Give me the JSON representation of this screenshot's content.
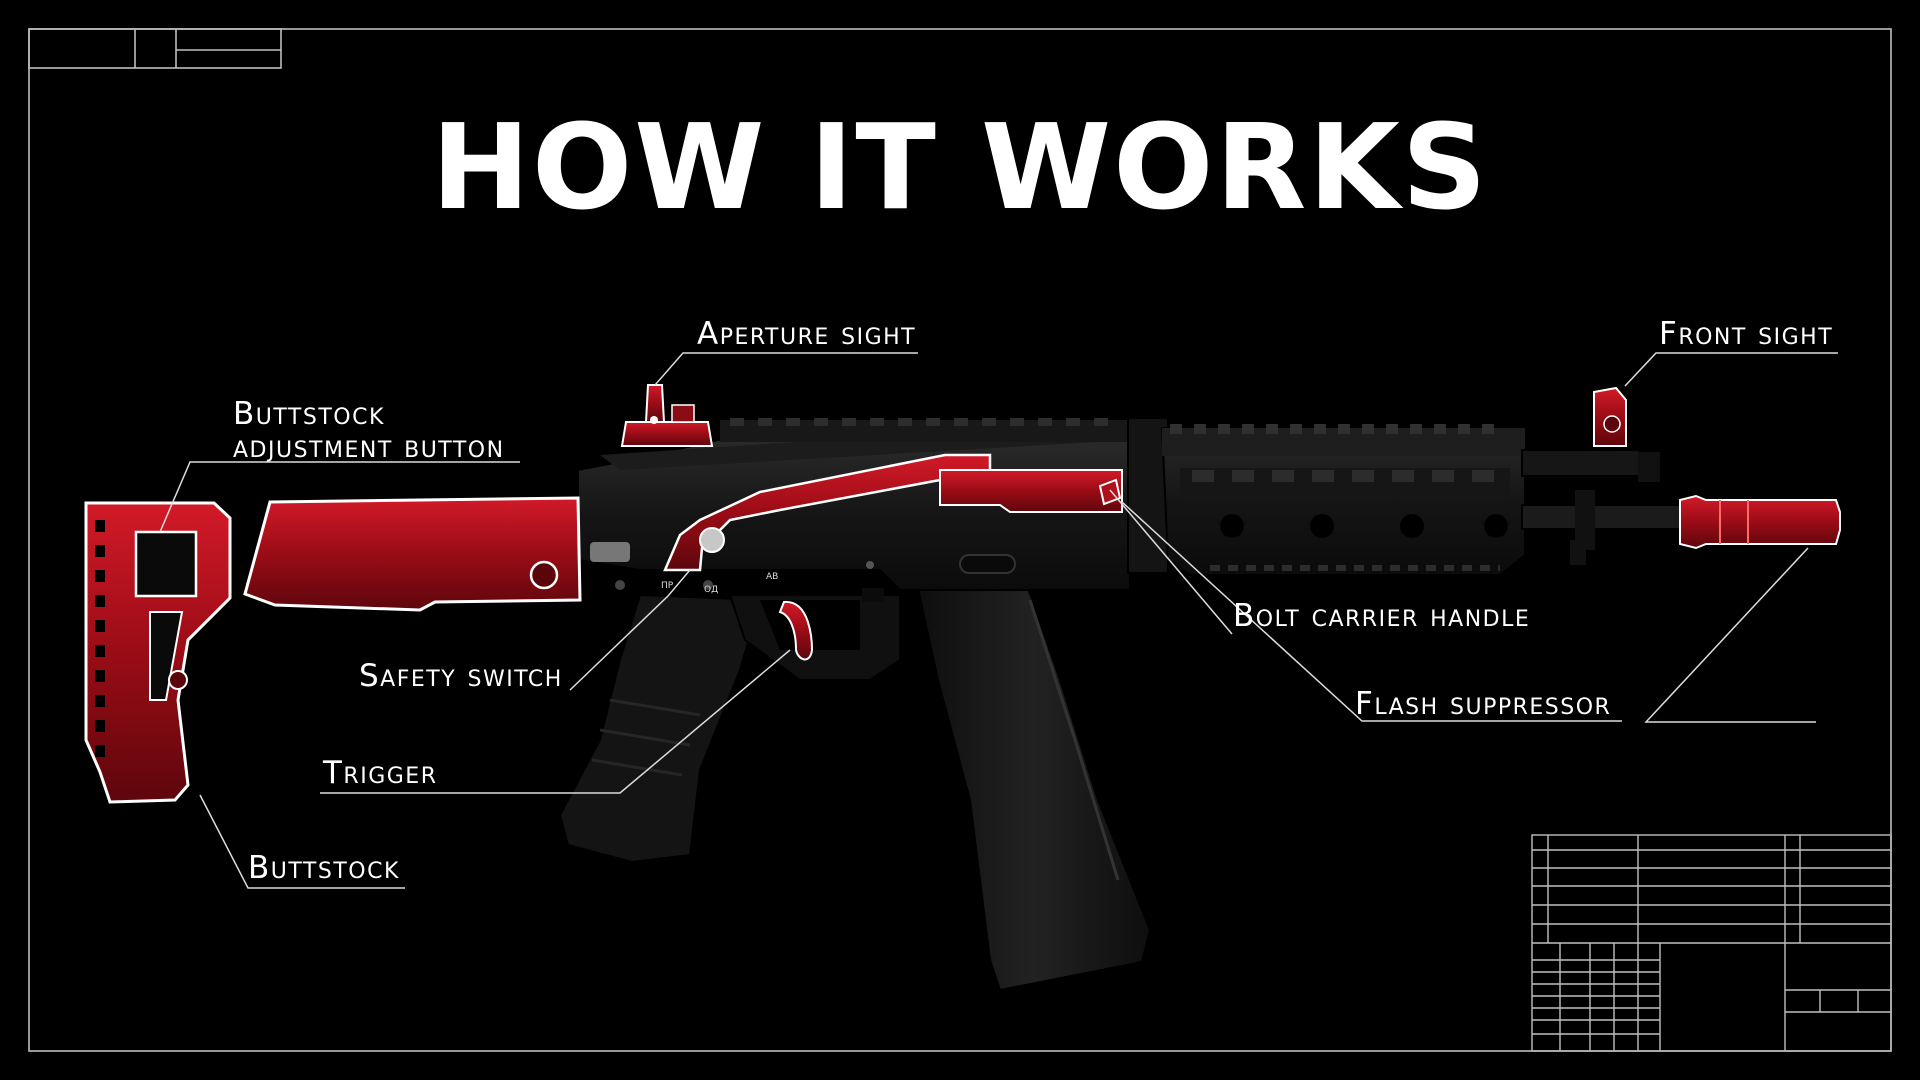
{
  "title": "HOW IT WORKS",
  "colors": {
    "background": "#000000",
    "accent_red": "#b0101c",
    "outline": "#ffffff",
    "frame": "#bfbfbf"
  },
  "labels": {
    "aperture_sight": "Aperture sight",
    "front_sight": "Front sight",
    "buttstock_adjustment_line1": "Buttstock",
    "buttstock_adjustment_line2": "adjustment button",
    "bolt_carrier_handle": "Bolt carrier handle",
    "safety_switch": "Safety switch",
    "trigger": "Trigger",
    "flash_suppressor": "Flash suppressor",
    "buttstock": "Buttstock"
  },
  "receiver_markings": {
    "safe": "ПР",
    "semi": "ОД",
    "auto": "АВ"
  }
}
